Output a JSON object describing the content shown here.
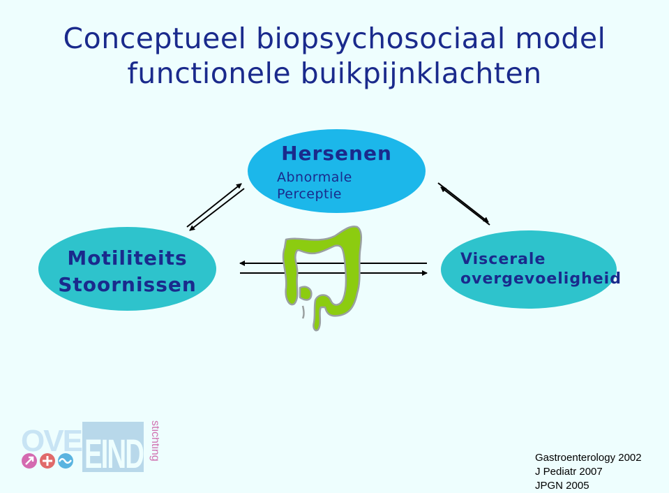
{
  "title": {
    "line1": "Conceptueel biopsychosociaal model",
    "line2": "functionele buikpijnklachten"
  },
  "nodes": {
    "brain": {
      "title": "Hersenen",
      "sub1": "Abnormale",
      "sub2": "Perceptie"
    },
    "motility": {
      "line1": "Motiliteits",
      "line2": "Stoornissen"
    },
    "visceral": {
      "line1": "Viscerale",
      "line2": "overgevoeligheid"
    }
  },
  "references": [
    "Gastroenterology 2002",
    "J Pediatr 2007",
    "JPGN 2005"
  ],
  "logo": {
    "text": "OVEREIND",
    "side": "stichting"
  },
  "colors": {
    "background": "#eefefe",
    "title_text": "#1a2a8c",
    "brain_oval": "#1cb7ea",
    "side_ovals": "#2ec3cc",
    "intestine": "#8ccc10"
  },
  "icons": [
    "arrow-up-right-icon",
    "plus-icon",
    "wave-icon",
    "intestine-icon"
  ]
}
